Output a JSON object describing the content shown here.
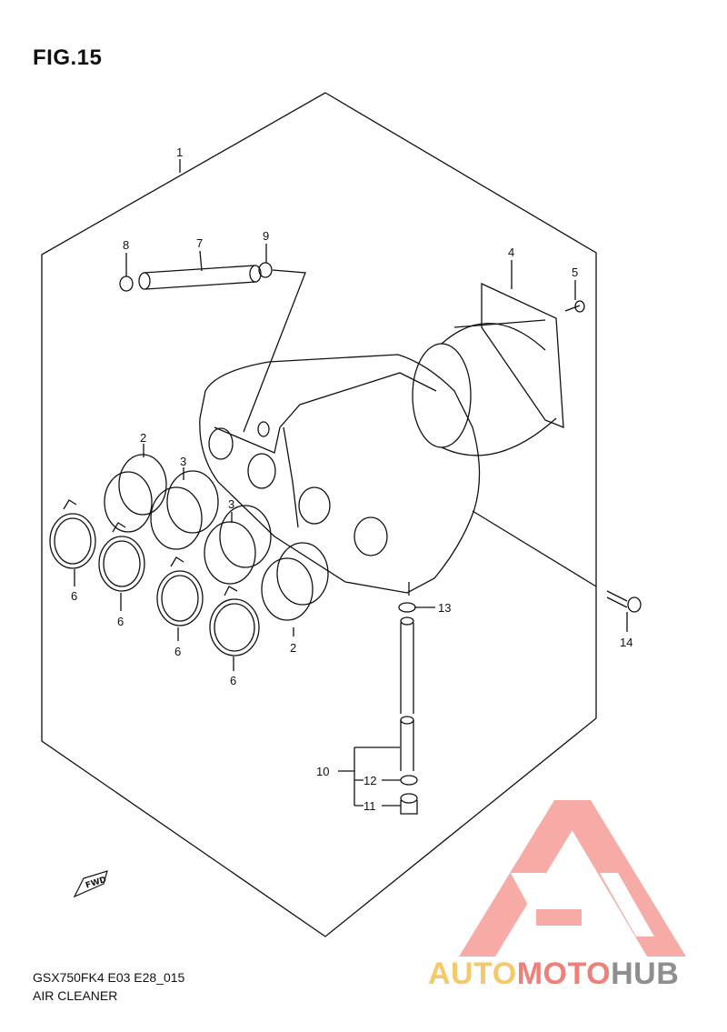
{
  "figure": {
    "title": "FIG.15",
    "model_code": "GSX750FK4 E03 E28_015",
    "section_name": "AIR CLEANER"
  },
  "callouts": {
    "c1": "1",
    "c2a": "2",
    "c2b": "2",
    "c3a": "3",
    "c3b": "3",
    "c4": "4",
    "c5": "5",
    "c6a": "6",
    "c6b": "6",
    "c6c": "6",
    "c6d": "6",
    "c7": "7",
    "c8": "8",
    "c9": "9",
    "c10": "10",
    "c11": "11",
    "c12": "12",
    "c13": "13",
    "c14": "14"
  },
  "fwd_label": "FWD",
  "watermark": {
    "part1": "AUTO",
    "part2": "MOTO",
    "part3": "HUB",
    "colors": {
      "gold": "#f5c96a",
      "red": "#f07f79",
      "gray": "#8e8e8e"
    }
  }
}
